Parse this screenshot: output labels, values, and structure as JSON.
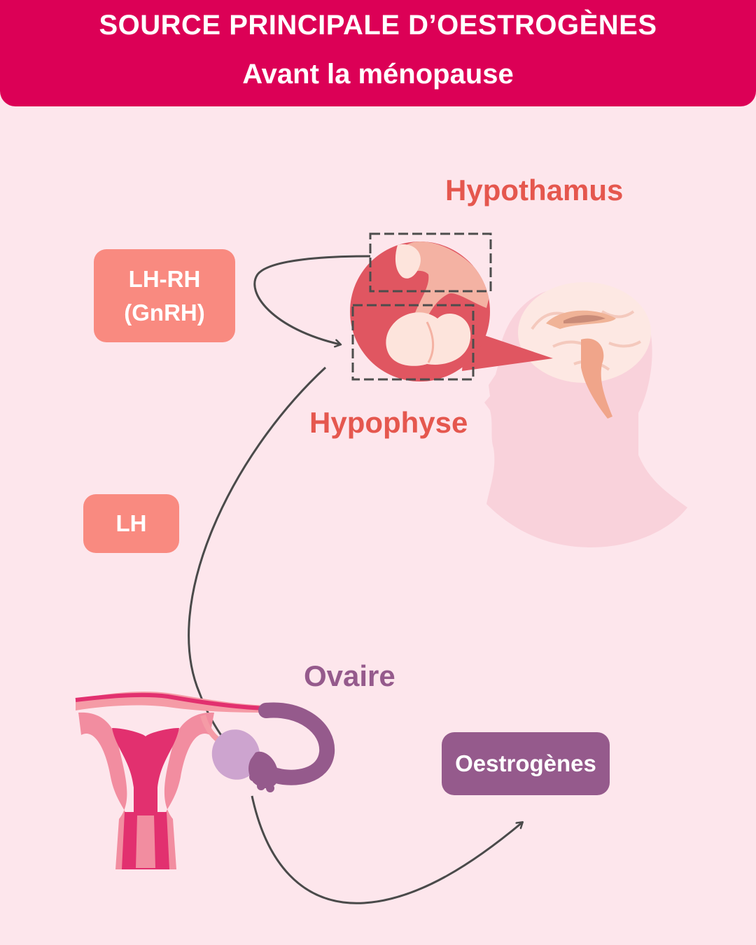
{
  "header": {
    "title": "SOURCE PRINCIPALE D’OESTROGÈNES",
    "subtitle": "Avant la ménopause"
  },
  "labels": {
    "hypothalamus": "Hypothamus",
    "hypophysis": "Hypophyse",
    "ovary": "Ovaire"
  },
  "hormones": {
    "lhrh_line1": "LH-RH",
    "lhrh_line2": "(GnRH)",
    "lh": "LH",
    "estrogens": "Oestrogènes"
  },
  "colors": {
    "header_bg": "#dc0056",
    "background": "#fde6ec",
    "hormone_pill": "#f98a80",
    "estrogen_pill": "#955a8c",
    "organ_label_red": "#e5574e",
    "organ_label_purple": "#955a8c"
  }
}
